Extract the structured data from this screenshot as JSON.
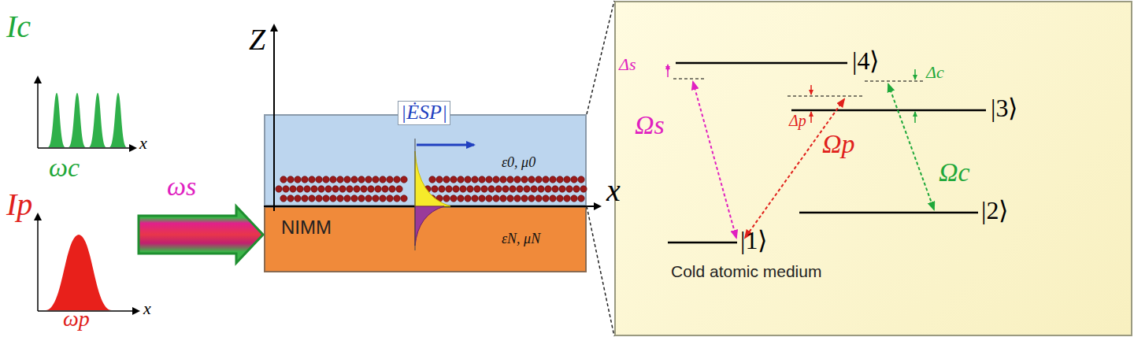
{
  "diagram": {
    "nodes": [
      {
        "text": [
          "ε0, μ0"
        ]
      },
      {
        "text": [
          "NIMM",
          "εN, μN"
        ]
      },
      {
        "text": [
          "Cold atomic medium"
        ]
      }
    ],
    "edges": [
      {
        "from": 0,
        "to": 2,
        "arrow": "none"
      },
      {
        "from": 0,
        "to": 2,
        "arrow": "none"
      }
    ],
    "labels": [
      "Ic",
      "x",
      "ωc",
      "Ip",
      "x",
      "ωp",
      "ωs",
      "Z",
      "x",
      "|ĖSP|",
      "Δs",
      "|4⟩",
      "Δp",
      "Δc",
      "|3⟩",
      "Ωs",
      "Ωp",
      "Ωc",
      "|2⟩",
      "|1⟩"
    ]
  }
}
